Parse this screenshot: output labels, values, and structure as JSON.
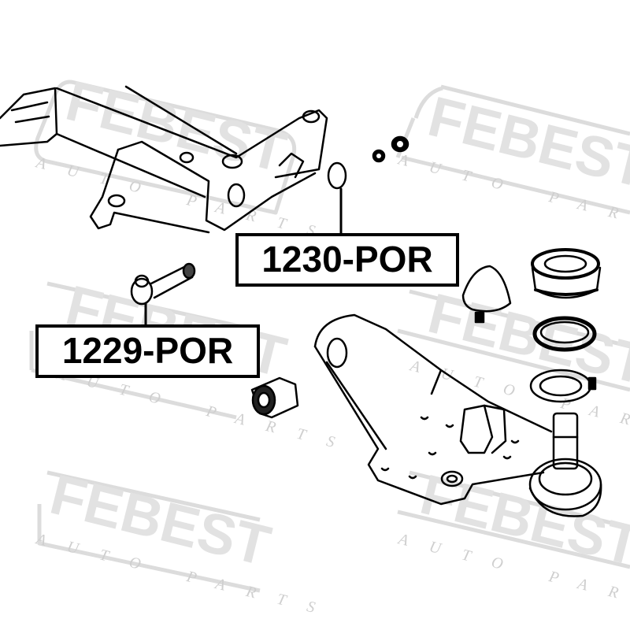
{
  "diagram": {
    "type": "exploded-parts-diagram",
    "subject": "Front lower control arm assembly with subframe, bushings and ball joint",
    "background_color": "#ffffff",
    "line_color": "#000000",
    "watermark_color": "#d9d9d9"
  },
  "watermark": {
    "brand": "FEBEST",
    "tagline": "AUTO PARTS",
    "tagline_letters": [
      "A",
      "U",
      "T",
      "O",
      "P",
      "A",
      "R",
      "T",
      "S"
    ]
  },
  "callouts": [
    {
      "id": "1230",
      "label": "1230-POR",
      "points_to": "ring / bushing washer on subframe"
    },
    {
      "id": "1229",
      "label": "1229-POR",
      "points_to": "adjusting eccentric bolt"
    }
  ],
  "parts": [
    {
      "name": "subframe"
    },
    {
      "name": "flat-washer"
    },
    {
      "name": "nut-small"
    },
    {
      "name": "nut-large"
    },
    {
      "name": "eccentric-bolt"
    },
    {
      "name": "arm-bushing"
    },
    {
      "name": "bump-stop"
    },
    {
      "name": "ball-joint-boot"
    },
    {
      "name": "boot-ring"
    },
    {
      "name": "snap-ring"
    },
    {
      "name": "lower-control-arm"
    },
    {
      "name": "ball-joint"
    }
  ]
}
